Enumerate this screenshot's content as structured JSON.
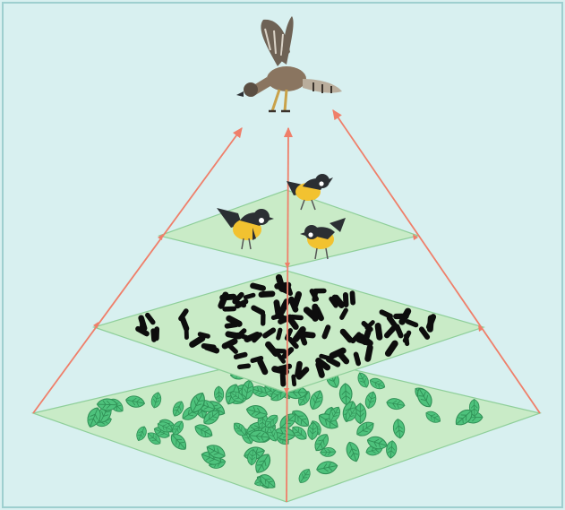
{
  "diagram": {
    "type": "ecological-pyramid",
    "colors": {
      "background": "#d8f0f0",
      "frame": "#9ecfcf",
      "layer_fill": "#c9ebc7",
      "layer_stroke": "#8fcf9a",
      "arrow": "#ef7f6a",
      "leaf_fill": "#4ec27c",
      "leaf_vein": "#2f8f55",
      "caterpillar": "#0d0d0d",
      "bird_yellow": "#f2c230",
      "bird_dark": "#2b2f33",
      "hawk_brown": "#8a7560"
    },
    "layers": [
      {
        "level": "producers",
        "organism_icon": "leaf-icon"
      },
      {
        "level": "primary-consumers",
        "organism_icon": "caterpillar-icon"
      },
      {
        "level": "secondary-consumers",
        "organism_icon": "songbird-icon"
      },
      {
        "level": "tertiary-consumer",
        "organism_icon": "hawk-icon"
      }
    ]
  }
}
